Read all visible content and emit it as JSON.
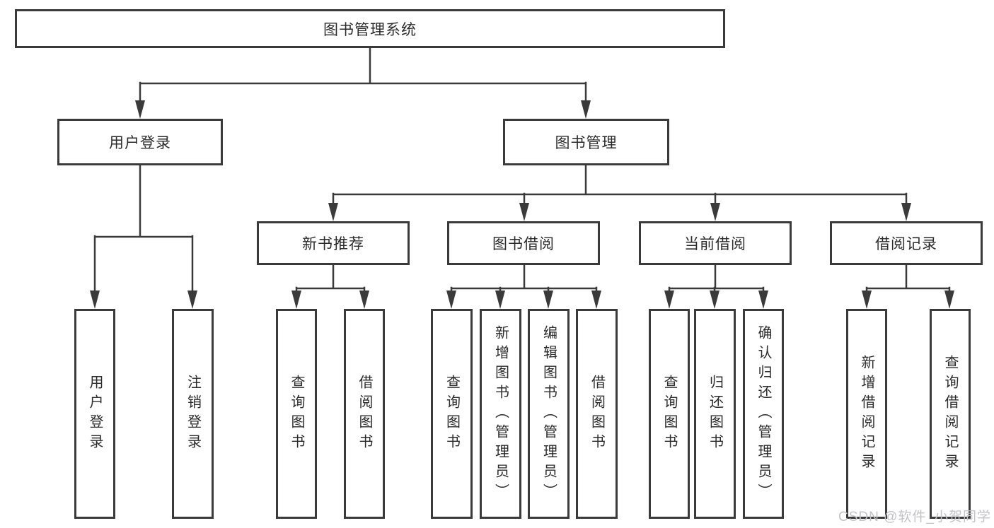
{
  "tree": {
    "root": "图书管理系统",
    "level2": [
      "用户登录",
      "图书管理"
    ],
    "level3": [
      "新书推荐",
      "图书借阅",
      "当前借阅",
      "借阅记录"
    ],
    "group_user": [
      "用户登录",
      "注销登录"
    ],
    "group_newbook": [
      "查询图书",
      "借阅图书"
    ],
    "group_borrow": [
      "查询图书",
      "新增图书（管理员）",
      "编辑图书（管理员）",
      "借阅图书"
    ],
    "group_current": [
      "查询图书",
      "归还图书",
      "确认归还（管理员）"
    ],
    "group_records": [
      "新增借阅记录",
      "查询借阅记录"
    ]
  },
  "watermark": {
    "text": "CSDN @软件_小贺同学"
  },
  "colors": {
    "line": "#3a3a3a",
    "text": "#2b2b2b",
    "background": "#ffffff",
    "watermark": "#c3c3c7"
  }
}
